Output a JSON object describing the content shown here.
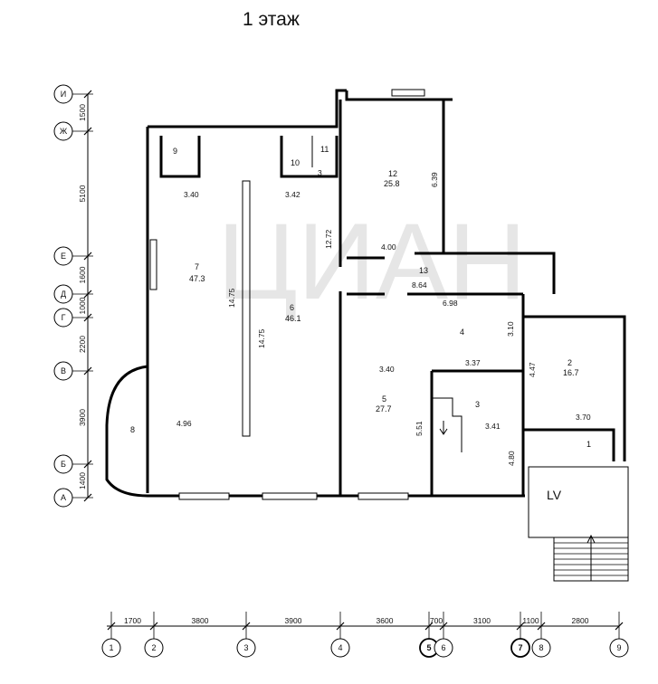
{
  "title": "1 этаж",
  "watermark": "ЦИАН",
  "rooms": [
    {
      "id": "r1",
      "number": "1",
      "area": ""
    },
    {
      "id": "r2",
      "number": "2",
      "area": "16.7"
    },
    {
      "id": "r3",
      "number": "3",
      "area": ""
    },
    {
      "id": "r4",
      "number": "4",
      "area": ""
    },
    {
      "id": "r5",
      "number": "5",
      "area": "27.7"
    },
    {
      "id": "r6",
      "number": "6",
      "area": "46.1"
    },
    {
      "id": "r7",
      "number": "7",
      "area": "47.3"
    },
    {
      "id": "r8",
      "number": "8",
      "area": ""
    },
    {
      "id": "r9",
      "number": "9",
      "area": ""
    },
    {
      "id": "r10",
      "number": "10",
      "area": ""
    },
    {
      "id": "r11",
      "number": "11",
      "area": ""
    },
    {
      "id": "r12",
      "number": "12",
      "area": "25.8"
    },
    {
      "id": "r13",
      "number": "13",
      "area": ""
    }
  ],
  "room_dimensions": [
    "3.40",
    "3.42",
    "12.72",
    "4.00",
    "8.64",
    "6.98",
    "3.10",
    "3.37",
    "4.47",
    "3.40",
    "5.51",
    "3.41",
    "4.80",
    "3.70",
    "4.96",
    "14.75",
    "14.75",
    "6.39",
    "3"
  ],
  "lv_label": "LV",
  "axes_letters": [
    "И",
    "Ж",
    "Е",
    "Д",
    "Г",
    "В",
    "Б",
    "А"
  ],
  "axes_letter_dims": [
    "1500",
    "5100",
    "1600",
    "1000",
    "2200",
    "3900",
    "1400"
  ],
  "axes_numbers": [
    "1",
    "2",
    "3",
    "4",
    "5",
    "6",
    "7",
    "8",
    "9"
  ],
  "axes_number_dims": [
    "1700",
    "3800",
    "3900",
    "3600",
    "700",
    "3100",
    "1100",
    "2800"
  ]
}
